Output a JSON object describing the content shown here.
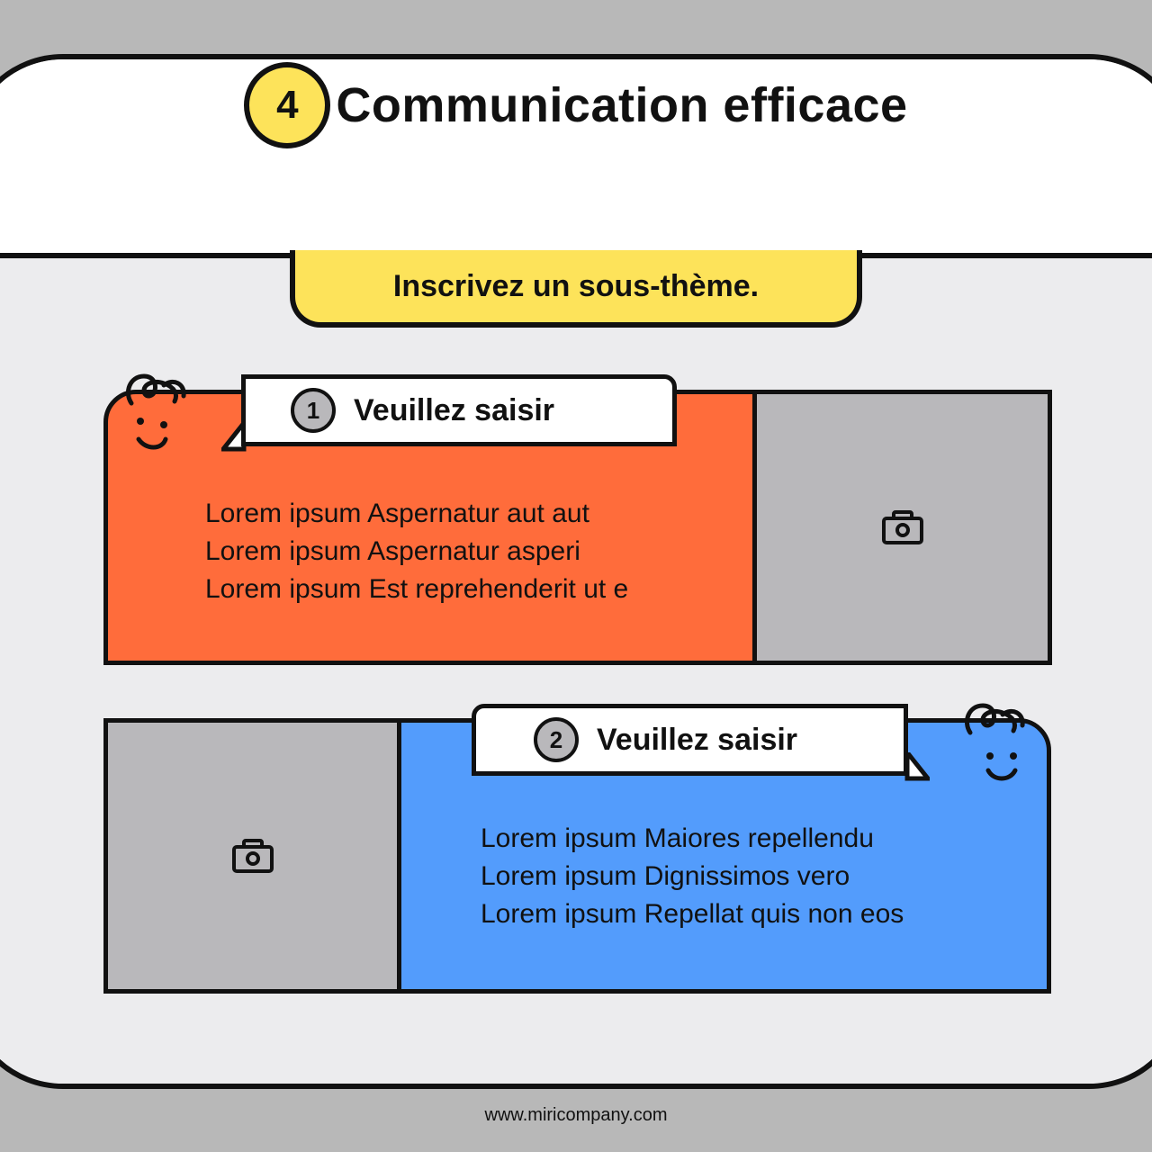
{
  "header": {
    "number": "4",
    "title": "Communication efficace",
    "subtheme": "Inscrivez un sous-thème."
  },
  "sections": [
    {
      "number": "1",
      "label": "Veuillez saisir",
      "lines": [
        "Lorem ipsum Aspernatur aut aut",
        "Lorem ipsum Aspernatur asperi",
        "Lorem ipsum Est reprehenderit ut e"
      ],
      "color": "#ff6c3b"
    },
    {
      "number": "2",
      "label": "Veuillez saisir",
      "lines": [
        "Lorem ipsum Maiores repellendu",
        "Lorem ipsum Dignissimos vero",
        "Lorem ipsum Repellat quis non eos"
      ],
      "color": "#539cfc"
    }
  ],
  "icons": {
    "photo": "camera-icon",
    "mascot": "smiley-face-icon"
  },
  "footer": {
    "url": "www.miricompany.com"
  },
  "colors": {
    "background": "#b8b8b8",
    "card": "#ececee",
    "accent": "#fde35a",
    "placeholder": "#b9b8bb"
  }
}
